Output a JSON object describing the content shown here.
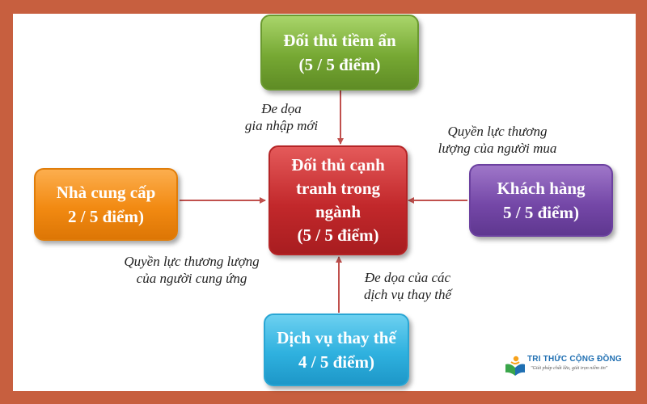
{
  "colors": {
    "frame": "#c75f3f",
    "green": "#76a833",
    "red": "#c2282b",
    "orange": "#f28a12",
    "purple": "#7548a8",
    "blue": "#2fb1df",
    "arrow": "#c0504d"
  },
  "boxes": {
    "top": {
      "lines": [
        "Đối thủ tiềm ẩn",
        "(5 / 5 điểm)"
      ]
    },
    "center": {
      "lines": [
        "Đối thủ cạnh",
        "tranh trong",
        "ngành",
        "(5 / 5 điểm)"
      ]
    },
    "left": {
      "lines": [
        "Nhà cung cấp",
        "2 / 5 điểm)"
      ]
    },
    "right": {
      "lines": [
        "Khách hàng",
        "5 / 5 điểm)"
      ]
    },
    "bottom": {
      "lines": [
        "Dịch vụ thay thế",
        "4 / 5 điểm)"
      ]
    }
  },
  "notes": {
    "top": [
      "Đe dọa",
      "gia nhập mới"
    ],
    "right": [
      "Quyền lực thương",
      "lượng của người mua"
    ],
    "left": [
      "Quyền lực thương lượng",
      "của người cung ứng"
    ],
    "bottom": [
      "Đe dọa của các",
      "dịch vụ thay thế"
    ]
  },
  "logo": {
    "icon": "book-person-icon",
    "title": "TRI THỨC CỘNG ĐỒNG",
    "tagline": "\"Giải pháp chất lừa, giải trọn niềm tin\""
  }
}
